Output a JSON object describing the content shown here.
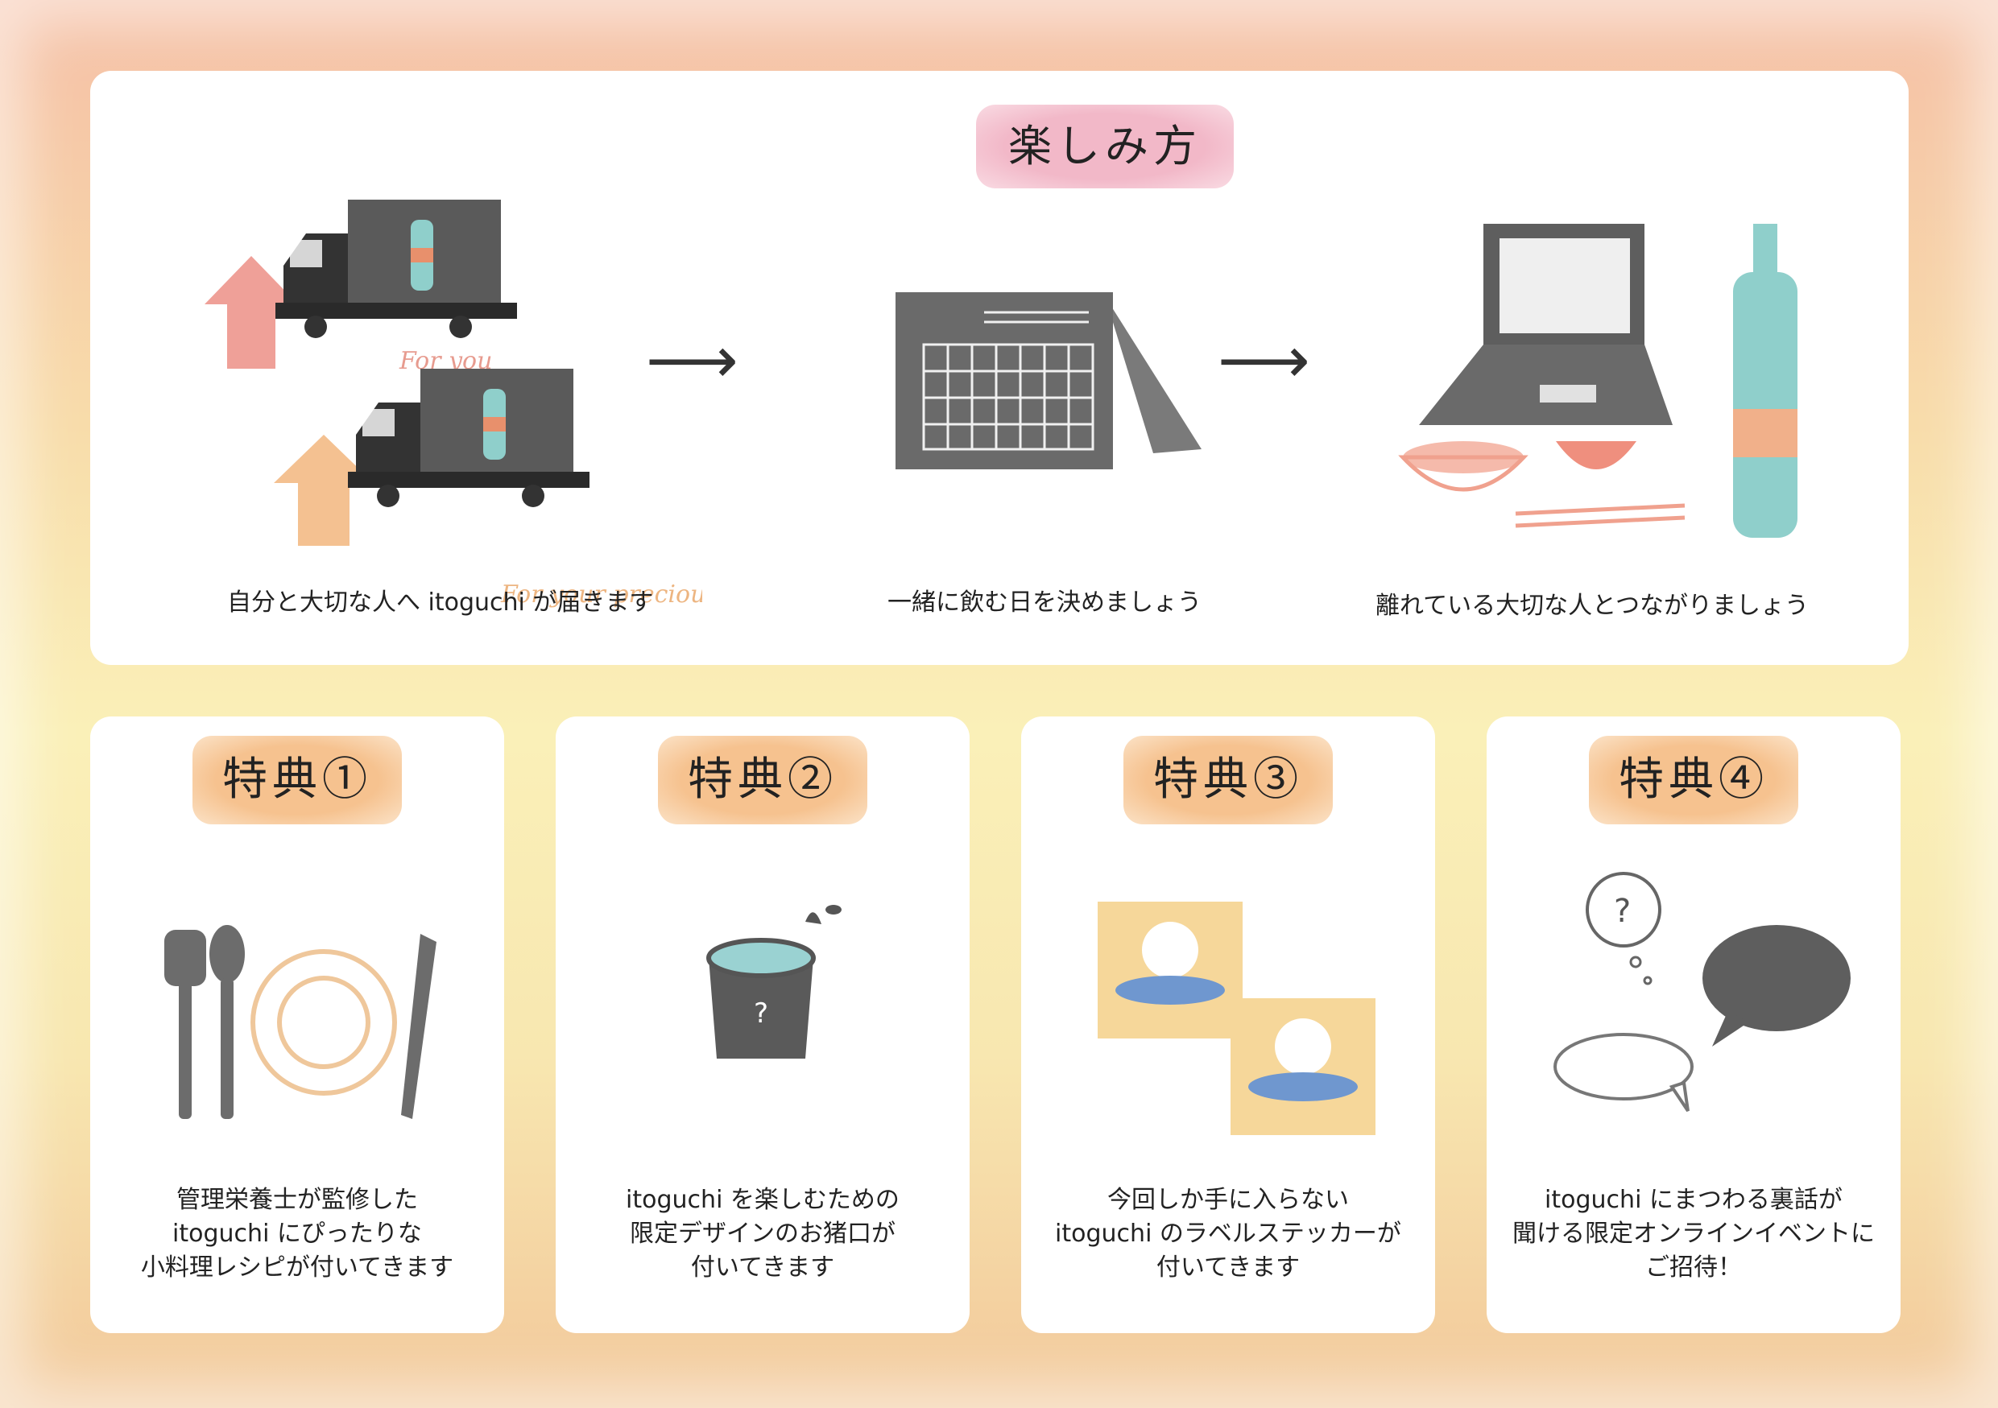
{
  "how_to": {
    "title": "楽しみ方",
    "steps": [
      {
        "caption": "自分と大切な人へ itoguchi が届きます",
        "label_for_you": "For you",
        "label_for_precious": "For your precious"
      },
      {
        "caption": "一緒に飲む日を決めましょう"
      },
      {
        "caption": "離れている大切な人とつながりましょう"
      }
    ]
  },
  "benefits": [
    {
      "title": "特典①",
      "line1": "管理栄養士が監修した",
      "line2": "itoguchi にぴったりな",
      "line3": "小料理レシピが付いてきます"
    },
    {
      "title": "特典②",
      "line1": "itoguchi を楽しむための",
      "line2": "限定デザインのお猪口が",
      "line3": "付いてきます",
      "cup_mark": "?"
    },
    {
      "title": "特典③",
      "line1": "今回しか手に入らない",
      "line2": "itoguchi のラベルステッカーが",
      "line3": "付いてきます"
    },
    {
      "title": "特典④",
      "line1": "itoguchi にまつわる裏話が",
      "line2": "聞ける限定オンラインイベントに",
      "line3": "ご招待！",
      "bubble_mark": "?"
    }
  ],
  "colors": {
    "pink_arrow": "#ec8f86",
    "orange_arrow": "#f2b67e",
    "bottle": "#8fcfcb",
    "chalk": "#6c6c6c"
  }
}
